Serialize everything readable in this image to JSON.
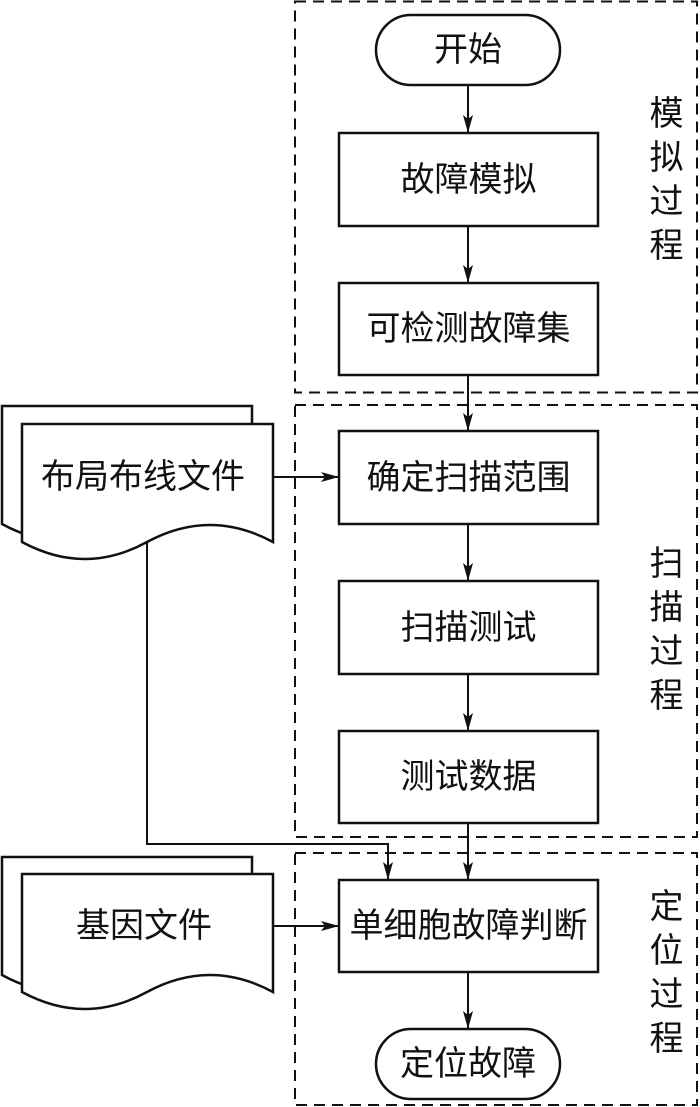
{
  "diagram": {
    "type": "flowchart",
    "colors": {
      "stroke": "#111111",
      "background": "#ffffff"
    },
    "stages": {
      "simulation": {
        "label": "模拟过程"
      },
      "scan": {
        "label": "扫描过程"
      },
      "locate": {
        "label": "定位过程"
      }
    },
    "nodes": {
      "start": {
        "label": "开始",
        "shape": "terminator"
      },
      "fault_simulation": {
        "label": "故障模拟",
        "shape": "process"
      },
      "detectable_fault_set": {
        "label": "可检测故障集",
        "shape": "process"
      },
      "determine_scan_range": {
        "label": "确定扫描范围",
        "shape": "process"
      },
      "scan_test": {
        "label": "扫描测试",
        "shape": "process"
      },
      "test_data": {
        "label": "测试数据",
        "shape": "process"
      },
      "single_cell_fault_judgment": {
        "label": "单细胞故障判断",
        "shape": "process"
      },
      "locate_fault": {
        "label": "定位故障",
        "shape": "terminator"
      }
    },
    "documents": {
      "layout_routing_file": {
        "label": "布局布线文件",
        "shape": "multi-document"
      },
      "gene_file": {
        "label": "基因文件",
        "shape": "multi-document"
      }
    },
    "edges": [
      {
        "from": "start",
        "to": "fault_simulation"
      },
      {
        "from": "fault_simulation",
        "to": "detectable_fault_set"
      },
      {
        "from": "detectable_fault_set",
        "to": "determine_scan_range"
      },
      {
        "from": "layout_routing_file",
        "to": "determine_scan_range"
      },
      {
        "from": "determine_scan_range",
        "to": "scan_test"
      },
      {
        "from": "scan_test",
        "to": "test_data"
      },
      {
        "from": "test_data",
        "to": "single_cell_fault_judgment"
      },
      {
        "from": "layout_routing_file",
        "to": "single_cell_fault_judgment"
      },
      {
        "from": "gene_file",
        "to": "single_cell_fault_judgment"
      },
      {
        "from": "single_cell_fault_judgment",
        "to": "locate_fault"
      }
    ]
  }
}
